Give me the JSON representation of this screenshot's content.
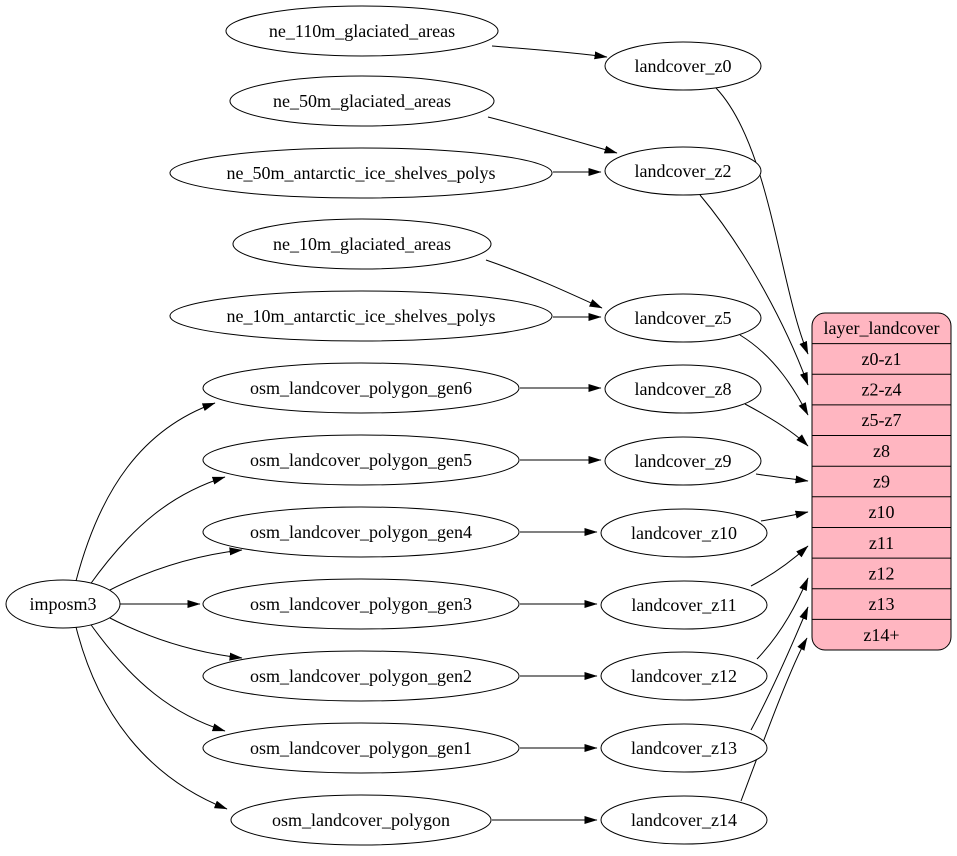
{
  "diagram_type": "graphviz-dependency-graph",
  "colors": {
    "background": "#ffffff",
    "node_fill": "#ffffff",
    "node_stroke": "#000000",
    "edge": "#000000",
    "text": "#000000",
    "record_fill": "#ffb6c1"
  },
  "nodes": {
    "imposm3": "imposm3",
    "ne_110m_glaciated_areas": "ne_110m_glaciated_areas",
    "ne_50m_glaciated_areas": "ne_50m_glaciated_areas",
    "ne_50m_antarctic_ice_shelves_polys": "ne_50m_antarctic_ice_shelves_polys",
    "ne_10m_glaciated_areas": "ne_10m_glaciated_areas",
    "ne_10m_antarctic_ice_shelves_polys": "ne_10m_antarctic_ice_shelves_polys",
    "osm_landcover_polygon_gen6": "osm_landcover_polygon_gen6",
    "osm_landcover_polygon_gen5": "osm_landcover_polygon_gen5",
    "osm_landcover_polygon_gen4": "osm_landcover_polygon_gen4",
    "osm_landcover_polygon_gen3": "osm_landcover_polygon_gen3",
    "osm_landcover_polygon_gen2": "osm_landcover_polygon_gen2",
    "osm_landcover_polygon_gen1": "osm_landcover_polygon_gen1",
    "osm_landcover_polygon": "osm_landcover_polygon",
    "landcover_z0": "landcover_z0",
    "landcover_z2": "landcover_z2",
    "landcover_z5": "landcover_z5",
    "landcover_z8": "landcover_z8",
    "landcover_z9": "landcover_z9",
    "landcover_z10": "landcover_z10",
    "landcover_z11": "landcover_z11",
    "landcover_z12": "landcover_z12",
    "landcover_z13": "landcover_z13",
    "landcover_z14": "landcover_z14"
  },
  "record": {
    "title": "layer_landcover",
    "rows": [
      "z0-z1",
      "z2-z4",
      "z5-z7",
      "z8",
      "z9",
      "z10",
      "z11",
      "z12",
      "z13",
      "z14+"
    ]
  },
  "edges": [
    [
      "imposm3",
      "osm_landcover_polygon_gen6"
    ],
    [
      "imposm3",
      "osm_landcover_polygon_gen5"
    ],
    [
      "imposm3",
      "osm_landcover_polygon_gen4"
    ],
    [
      "imposm3",
      "osm_landcover_polygon_gen3"
    ],
    [
      "imposm3",
      "osm_landcover_polygon_gen2"
    ],
    [
      "imposm3",
      "osm_landcover_polygon_gen1"
    ],
    [
      "imposm3",
      "osm_landcover_polygon"
    ],
    [
      "ne_110m_glaciated_areas",
      "landcover_z0"
    ],
    [
      "ne_50m_glaciated_areas",
      "landcover_z2"
    ],
    [
      "ne_50m_antarctic_ice_shelves_polys",
      "landcover_z2"
    ],
    [
      "ne_10m_glaciated_areas",
      "landcover_z5"
    ],
    [
      "ne_10m_antarctic_ice_shelves_polys",
      "landcover_z5"
    ],
    [
      "osm_landcover_polygon_gen6",
      "landcover_z8"
    ],
    [
      "osm_landcover_polygon_gen5",
      "landcover_z9"
    ],
    [
      "osm_landcover_polygon_gen4",
      "landcover_z10"
    ],
    [
      "osm_landcover_polygon_gen3",
      "landcover_z11"
    ],
    [
      "osm_landcover_polygon_gen2",
      "landcover_z12"
    ],
    [
      "osm_landcover_polygon_gen1",
      "landcover_z13"
    ],
    [
      "osm_landcover_polygon",
      "landcover_z14"
    ],
    [
      "landcover_z0",
      "layer_landcover:z0-z1"
    ],
    [
      "landcover_z2",
      "layer_landcover:z2-z4"
    ],
    [
      "landcover_z5",
      "layer_landcover:z5-z7"
    ],
    [
      "landcover_z8",
      "layer_landcover:z8"
    ],
    [
      "landcover_z9",
      "layer_landcover:z9"
    ],
    [
      "landcover_z10",
      "layer_landcover:z10"
    ],
    [
      "landcover_z11",
      "layer_landcover:z11"
    ],
    [
      "landcover_z12",
      "layer_landcover:z12"
    ],
    [
      "landcover_z13",
      "layer_landcover:z13"
    ],
    [
      "landcover_z14",
      "layer_landcover:z14+"
    ]
  ]
}
